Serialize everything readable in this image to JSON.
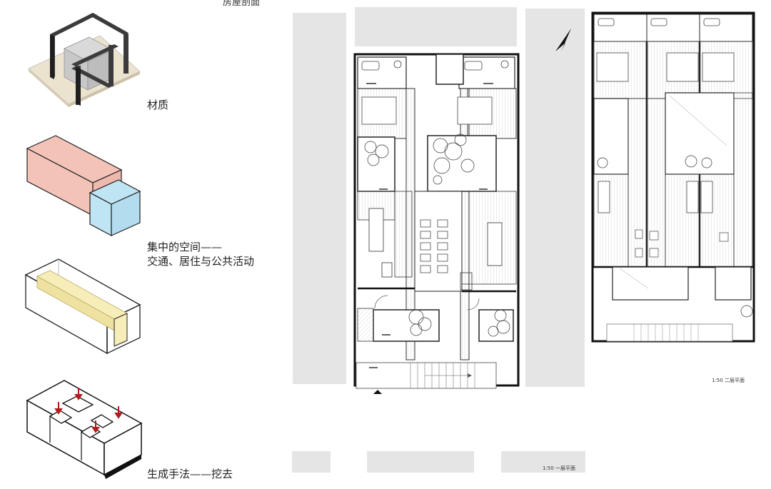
{
  "header": {
    "cropped_title": "房屋剖面"
  },
  "diagrams": [
    {
      "caption_lines": [
        "材质"
      ]
    },
    {
      "caption_lines": [
        "集中的空间——",
        "交通、居住与公共活动"
      ]
    },
    {
      "caption_lines": []
    },
    {
      "caption_lines": [
        "生成手法——挖去"
      ]
    }
  ],
  "plans": {
    "ground_floor": {
      "scale_label": "1:50 一层平面"
    },
    "second_floor": {
      "scale_label": "1:50 二层平面"
    }
  },
  "colors": {
    "volume_red": "#f3c3b8",
    "volume_blue": "#bfe4f3",
    "path_yellow": "#f6edb8",
    "arrow_red": "#b31b1b",
    "context_grey": "#e5e5e5"
  }
}
